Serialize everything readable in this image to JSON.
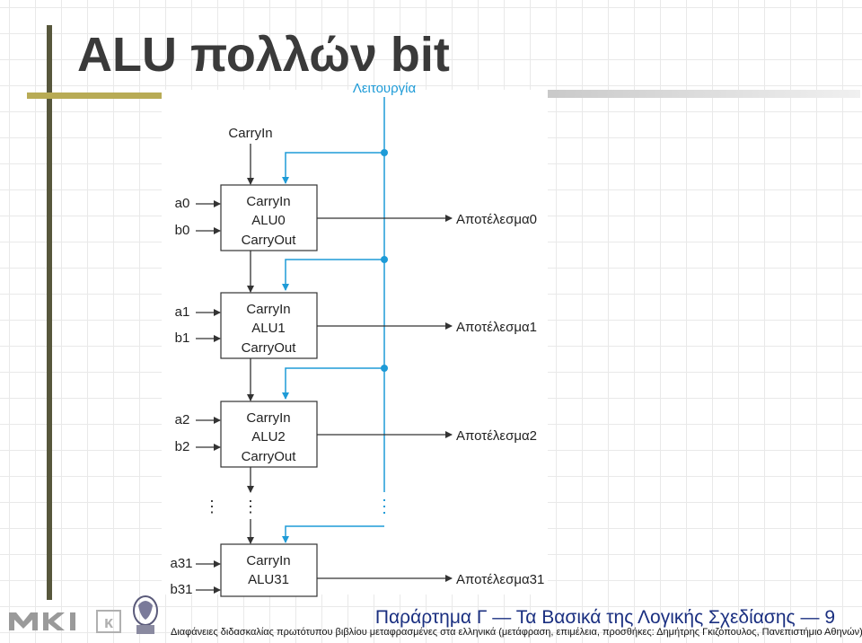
{
  "slide": {
    "title": "ALU πολλών bit",
    "footer_title": "Παράρτημα Γ — Τα Βασικά της Λογικής Σχεδίασης — 9",
    "footer_credit": "Διαφάνειες διδασκαλίας πρωτότυπου βιβλίου μεταφρασμένες στα ελληνικά (μετάφραση, επιμέλεια, προσθήκες: Δημήτρης Γκιζόπουλος, Πανεπιστήμιο Αθηνών)"
  },
  "diagram": {
    "operation_label": "Λειτουργία",
    "carry_in_label": "CarryIn",
    "ellipsis": "⋮",
    "alus": [
      {
        "carry_in": "CarryIn",
        "name": "ALU0",
        "carry_out": "CarryOut",
        "a": "a0",
        "b": "b0",
        "result": "Αποτέλεσμα0"
      },
      {
        "carry_in": "CarryIn",
        "name": "ALU1",
        "carry_out": "CarryOut",
        "a": "a1",
        "b": "b1",
        "result": "Αποτέλεσμα1"
      },
      {
        "carry_in": "CarryIn",
        "name": "ALU2",
        "carry_out": "CarryOut",
        "a": "a2",
        "b": "b2",
        "result": "Αποτέλεσμα2"
      },
      {
        "carry_in": "CarryIn",
        "name": "ALU31",
        "a": "a31",
        "b": "b31",
        "result": "Αποτέλεσμα31"
      }
    ],
    "colors": {
      "line": "#333333",
      "operation": "#1e9bd7",
      "box_border": "#333333"
    }
  },
  "logos": {
    "mk_logo": "mk-logo-icon",
    "seal": "university-seal-icon"
  }
}
